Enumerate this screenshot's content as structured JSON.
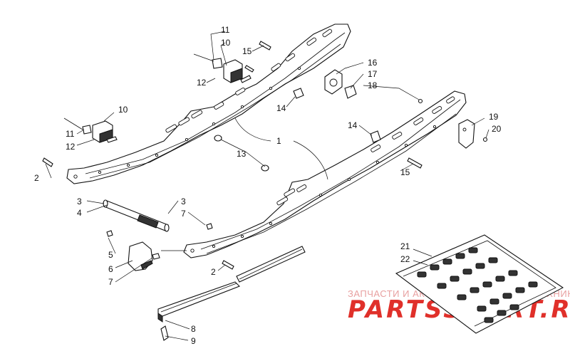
{
  "watermark": {
    "line1": "ЗАПЧАСТИ И АКСЕССУАРЫ ДЛЯ МОТОТЕХНИКИ",
    "line2": "PARTSSPORT.RU"
  },
  "callouts": [
    {
      "id": "c1",
      "text": "1"
    },
    {
      "id": "c2a",
      "text": "2"
    },
    {
      "id": "c2b",
      "text": "2"
    },
    {
      "id": "c3a",
      "text": "3"
    },
    {
      "id": "c3b",
      "text": "3"
    },
    {
      "id": "c4",
      "text": "4"
    },
    {
      "id": "c5",
      "text": "5"
    },
    {
      "id": "c6",
      "text": "6"
    },
    {
      "id": "c7a",
      "text": "7"
    },
    {
      "id": "c7b",
      "text": "7"
    },
    {
      "id": "c8",
      "text": "8"
    },
    {
      "id": "c9",
      "text": "9"
    },
    {
      "id": "c10a",
      "text": "10"
    },
    {
      "id": "c10b",
      "text": "10"
    },
    {
      "id": "c11a",
      "text": "11"
    },
    {
      "id": "c11b",
      "text": "11"
    },
    {
      "id": "c12a",
      "text": "12"
    },
    {
      "id": "c12b",
      "text": "12"
    },
    {
      "id": "c13",
      "text": "13"
    },
    {
      "id": "c14a",
      "text": "14"
    },
    {
      "id": "c14b",
      "text": "14"
    },
    {
      "id": "c15a",
      "text": "15"
    },
    {
      "id": "c15b",
      "text": "15"
    },
    {
      "id": "c16",
      "text": "16"
    },
    {
      "id": "c17",
      "text": "17"
    },
    {
      "id": "c18",
      "text": "18"
    },
    {
      "id": "c19",
      "text": "19"
    },
    {
      "id": "c20",
      "text": "20"
    },
    {
      "id": "c21",
      "text": "21"
    },
    {
      "id": "c22",
      "text": "22"
    }
  ]
}
